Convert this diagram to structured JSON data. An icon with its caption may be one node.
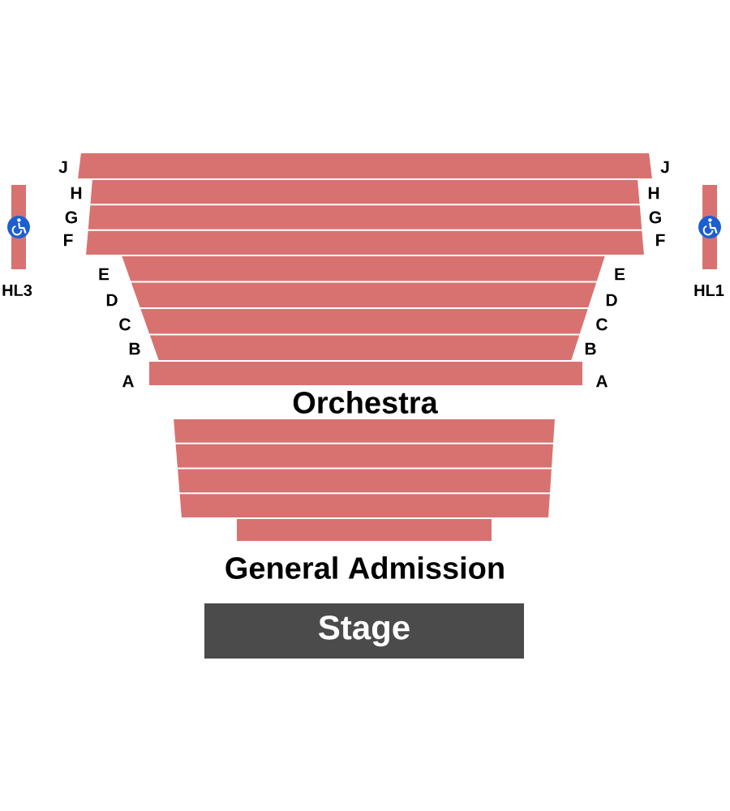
{
  "diagram": {
    "nodes": [
      {
        "text": [
          "Orchestra"
        ]
      },
      {
        "text": [
          "HL3"
        ]
      },
      {
        "text": [
          "HL1"
        ]
      },
      {
        "text": [
          "General Admission"
        ]
      },
      {
        "text": [
          "Stage"
        ]
      }
    ],
    "labels": [
      "J",
      "J",
      "H",
      "H",
      "G",
      "G",
      "F",
      "F",
      "E",
      "E",
      "D",
      "D",
      "C",
      "C",
      "B",
      "B",
      "A",
      "A"
    ]
  }
}
